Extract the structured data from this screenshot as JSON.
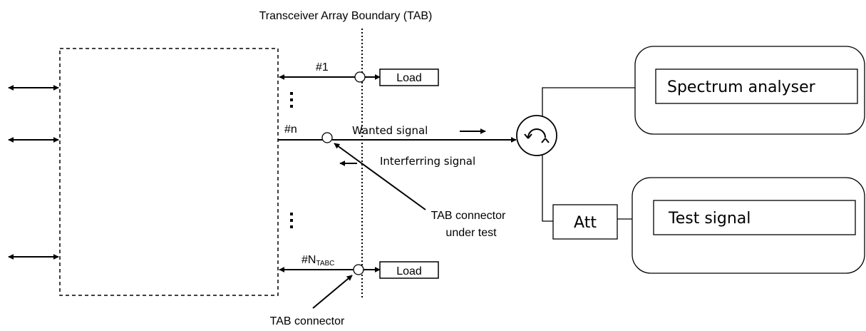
{
  "title": "Transceiver Array Boundary (TAB)",
  "ports": {
    "first": "#1",
    "nth": "#n",
    "last_prefix": "#N",
    "last_subscript": "TABC"
  },
  "loads": [
    "Load",
    "Load"
  ],
  "signals": {
    "wanted": "Wanted signal",
    "interfering": "Interferring signal"
  },
  "callouts": {
    "under_test_line1": "TAB connector",
    "under_test_line2": "under test",
    "connector": "TAB connector"
  },
  "equipment": {
    "spectrum_analyser": "Spectrum analyser",
    "test_signal": "Test signal",
    "attenuator": "Att"
  }
}
